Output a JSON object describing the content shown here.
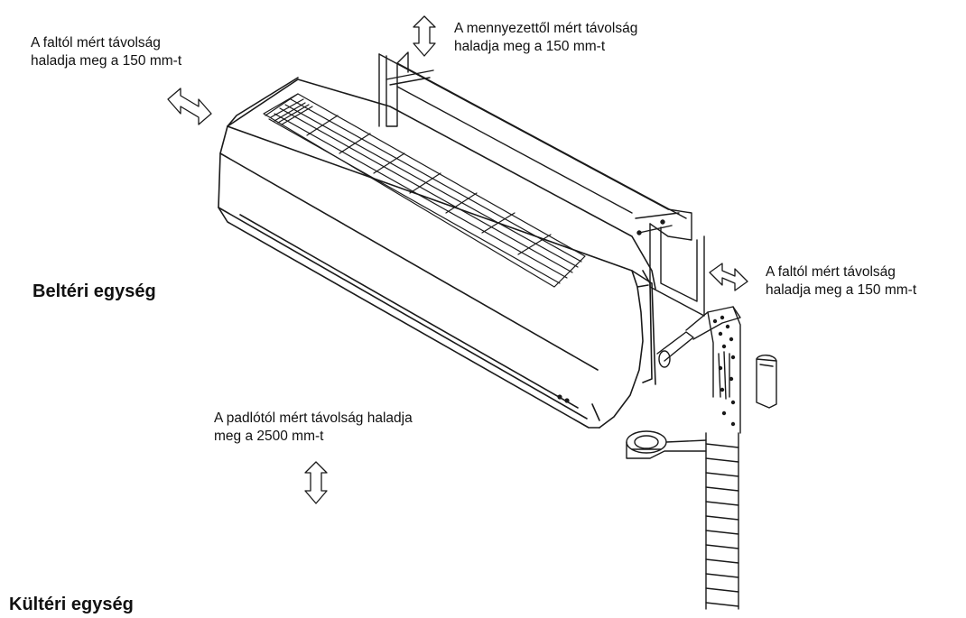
{
  "annotations": {
    "wall_left": {
      "line1": "A faltól mért távolság",
      "line2": "haladja meg a 150 mm-t"
    },
    "ceiling": {
      "line1": "A mennyezettől mért távolság",
      "line2": "haladja meg a 150 mm-t"
    },
    "wall_right": {
      "line1": "A faltól mért távolság",
      "line2": "haladja meg a 150 mm-t"
    },
    "floor": {
      "line1": "A padlótól mért távolság haladja",
      "line2": "meg a 2500 mm-t"
    }
  },
  "labels": {
    "indoor_unit": "Beltéri egység",
    "outdoor_unit": "Kültéri egység"
  },
  "colors": {
    "line": "#1a1a1a",
    "background": "#ffffff"
  }
}
